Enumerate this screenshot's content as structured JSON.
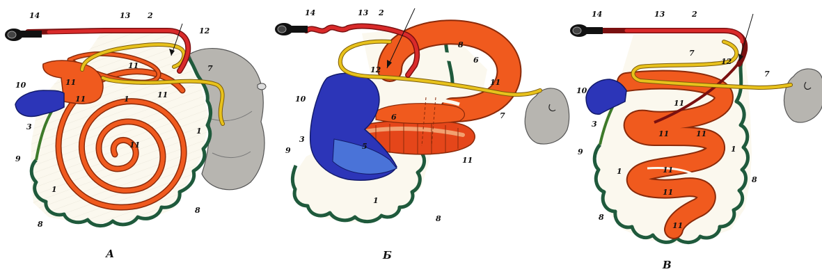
{
  "panels": [
    {
      "caption": "А",
      "labels": {
        "l14": "14",
        "l13": "13",
        "l2": "2",
        "l12": "12",
        "l11a": "11",
        "l11b": "11",
        "l11c": "11",
        "l11d": "11",
        "l11e": "11",
        "l7": "7",
        "l10": "10",
        "l1a": "1",
        "l1b": "1",
        "l1c": "1",
        "l3": "3",
        "l9": "9",
        "l8a": "8",
        "l8b": "8"
      }
    },
    {
      "caption": "Б",
      "labels": {
        "l14": "14",
        "l13": "13",
        "l2": "2",
        "l8a": "8",
        "l6a": "6",
        "l12": "12",
        "l11a": "11",
        "l10": "10",
        "l6b": "6",
        "l5": "5",
        "l3": "3",
        "l9": "9",
        "l7": "7",
        "l11b": "11",
        "l1": "1",
        "l8b": "8"
      }
    },
    {
      "caption": "В",
      "labels": {
        "l14": "14",
        "l13": "13",
        "l2": "2",
        "l7a": "7",
        "l12": "12",
        "l7b": "7",
        "l10": "10",
        "l11a": "11",
        "l11b": "11",
        "l11c": "11",
        "l11d": "11",
        "l11e": "11",
        "l11f": "11",
        "l3": "3",
        "l9": "9",
        "l1a": "1",
        "l1b": "1",
        "l8a": "8",
        "l8b": "8"
      }
    }
  ],
  "colors": {
    "intestine": "#f05a1e",
    "stomach": "#2c35b8",
    "vitelline_duct": "#e8c21c",
    "mesentery_border": "#1f5a3c",
    "probe_red": "#d92a2a",
    "probe_dark": "#7a1010",
    "yolk_sac": "#b7b5b0"
  },
  "icons": [
    "probe-tip-icon",
    "arrow-icon"
  ]
}
